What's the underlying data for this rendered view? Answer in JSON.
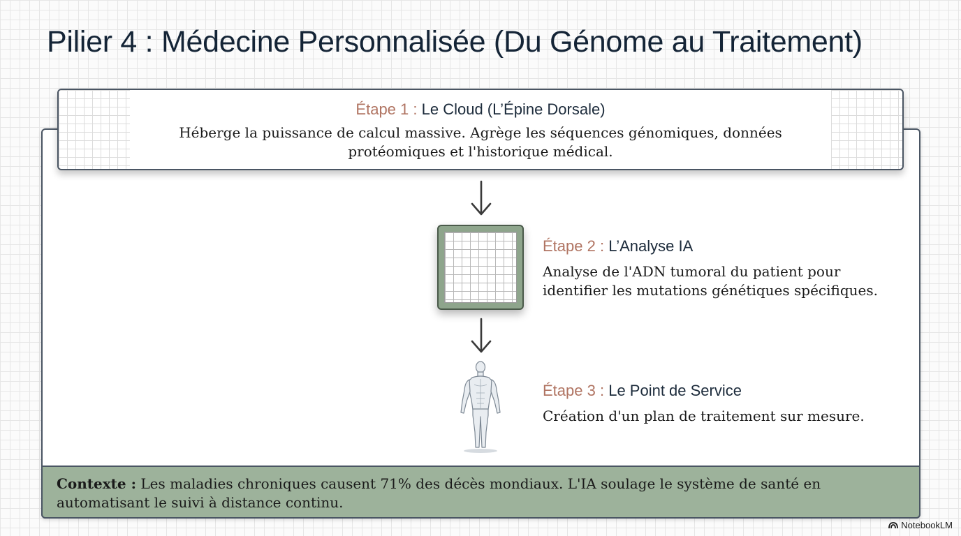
{
  "title": "Pilier 4 : Médecine Personnalisée (Du Génome au Traitement)",
  "steps": [
    {
      "label": "Étape 1 :",
      "name": "Le Cloud (L’Épine Dorsale)",
      "desc_line1": "Héberge la puissance de calcul massive. Agrège les séquences génomiques, données",
      "desc_line2": "protéomiques et l'historique médical."
    },
    {
      "label": "Étape 2 :",
      "name": "L’Analyse IA",
      "desc_line1": "Analyse de l'ADN tumoral du patient pour",
      "desc_line2": "identifier les mutations génétiques spécifiques."
    },
    {
      "label": "Étape 3 :",
      "name": "Le Point de Service",
      "desc_line1": "Création d'un plan de traitement sur mesure."
    }
  ],
  "context": {
    "label": "Contexte :",
    "text_line1": "Les maladies chroniques causent 71% des décès mondiaux. L'IA soulage le système de santé en",
    "text_line2": "automatisant le suivi à distance continu."
  },
  "brand": "NotebookLM",
  "icons": {
    "arrows": "arrow-down-icon",
    "step2": "data-grid-icon",
    "step3": "human-body-icon",
    "brand": "notebooklm-logo-icon"
  },
  "colors": {
    "step_label": "#b07462",
    "heading": "#1c2b3b",
    "context_bg": "#9db29b",
    "grid_frame": "#8ea58c",
    "border": "#4a5563"
  }
}
